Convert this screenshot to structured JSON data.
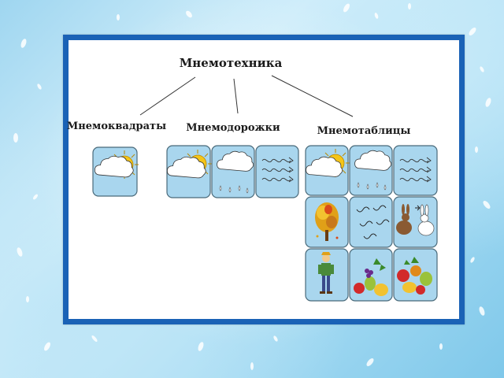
{
  "diagram": {
    "root": "Мнемотехника",
    "branches": [
      {
        "label": "Мнемоквадраты",
        "tiles": [
          "sun-cloud"
        ]
      },
      {
        "label": "Мнемодорожки",
        "tiles": [
          "sun-cloud",
          "rain-cloud",
          "wind"
        ]
      },
      {
        "label": "Мнемотаблицы",
        "tiles": [
          "sun-cloud",
          "rain-cloud",
          "wind",
          "autumn-tree",
          "birds",
          "hares",
          "scarecrow",
          "fruits",
          "vegetables"
        ]
      }
    ]
  },
  "colors": {
    "frame_border": "#1a62b6",
    "tile_fill": "#a9d6ee",
    "sun": "#f5c518",
    "cloud": "#ffffff"
  }
}
